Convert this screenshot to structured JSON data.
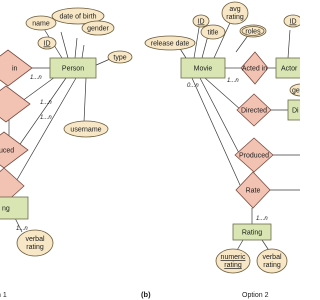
{
  "option1": {
    "entity_person": "Person",
    "attr_name": "name",
    "attr_dob": "date of birth",
    "attr_gender": "gender",
    "attr_type": "type",
    "attr_id": "ID",
    "attr_username": "username",
    "attr_verbal": "verbal\nrating",
    "rel_acted_partial": "in",
    "rel_produced_partial": "uced",
    "entity_rating_partial": "ng",
    "card_1": "1...n",
    "card_2": "1...n",
    "card_3": "1...n",
    "card_4": "1...n",
    "caption": "n 1"
  },
  "option2": {
    "label_b": "(b)",
    "caption": "Option 2",
    "entity_movie": "Movie",
    "entity_actor": "Actor",
    "entity_rating": "Rating",
    "entity_director_partial": "Di",
    "rel_acted": "Acted in",
    "rel_directed": "Directed",
    "rel_produced": "Produced",
    "rel_rate": "Rate",
    "attr_id_movie": "ID",
    "attr_id_actor": "ID",
    "attr_avg_rating": "avg\nrating",
    "attr_release": "release date",
    "attr_title": "title",
    "attr_roles": "roles",
    "attr_numeric": "numeric\nrating",
    "attr_verbal": "verbal\nrating",
    "attr_ge_partial": "ge",
    "card_movie": "0...n",
    "card_acted": "1...n",
    "card_rate": "1...n"
  }
}
